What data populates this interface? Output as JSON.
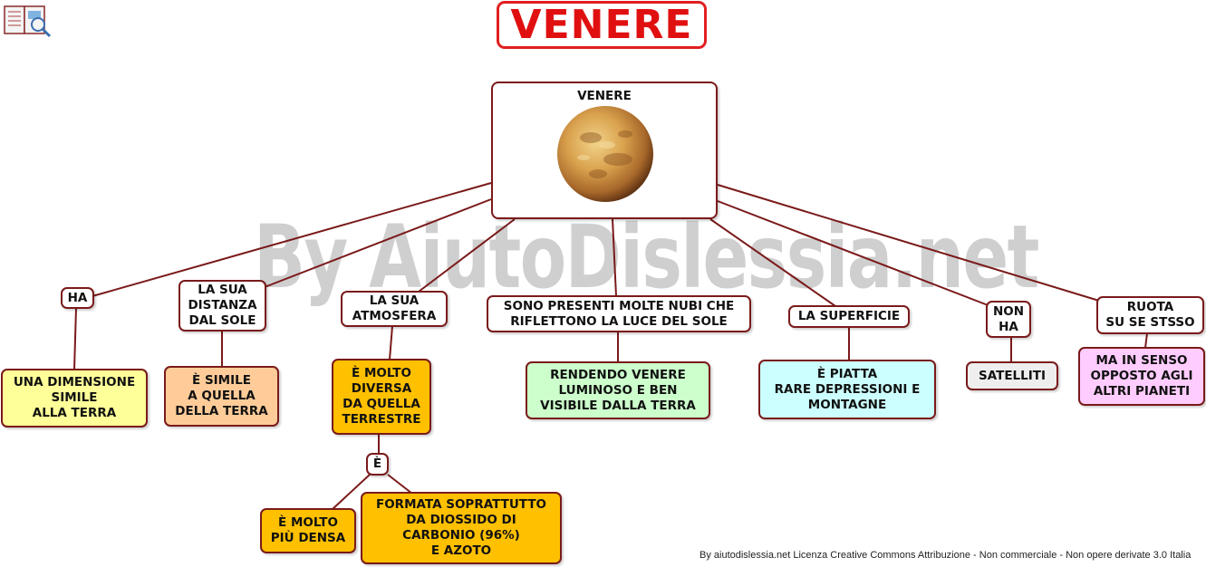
{
  "title": "VENERE",
  "watermark": "By AiutoDislessia.net",
  "center": {
    "label": "VENERE",
    "image_icon": "venus-planet-icon"
  },
  "logo_icon": "book-magnifier-icon",
  "links": {
    "ha": "HA",
    "distanza": "LA SUA\nDISTANZA\nDAL SOLE",
    "atmosfera": "LA SUA\nATMOSFERA",
    "nubi": "SONO PRESENTI MOLTE NUBI CHE\nRIFLETTONO LA LUCE DEL SOLE",
    "superficie": "LA SUPERFICIE",
    "non_ha": "NON\nHA",
    "ruota": "RUOTA\nSU SE STSSO",
    "e": "È"
  },
  "details": {
    "dimensione": "UNA DIMENSIONE\nSIMILE\nALLA TERRA",
    "simile": "È SIMILE\nA QUELLA\nDELLA TERRA",
    "diversa": "È MOLTO\nDIVERSA\nDA QUELLA\nTERRESTRE",
    "luminoso": "RENDENDO VENERE\nLUMINOSO E BEN\nVISIBILE DALLA TERRA",
    "piatta": "È PIATTA\nRARE DEPRESSIONI E\nMONTAGNE",
    "satelliti": "SATELLITI",
    "senso": "MA IN SENSO\nOPPOSTO AGLI\nALTRI PIANETI",
    "densa": "È MOLTO\nPIÙ DENSA",
    "formata": "FORMATA SOPRATTUTTO\nDA DIOSSIDO DI\nCARBONIO (96%)\nE AZOTO"
  },
  "credit": "By aiutodislessia.net Licenza Creative Commons Attribuzione - Non commerciale - Non opere derivate 3.0 Italia",
  "colors": {
    "border": "#7a1a1a",
    "title": "#e01010",
    "yellow": "#ffff99",
    "orange": "#ffcc99",
    "gold": "#ffc000",
    "green": "#ccffcc",
    "cyan": "#ccffff",
    "grey": "#eeeeee",
    "pink": "#ffccff"
  }
}
